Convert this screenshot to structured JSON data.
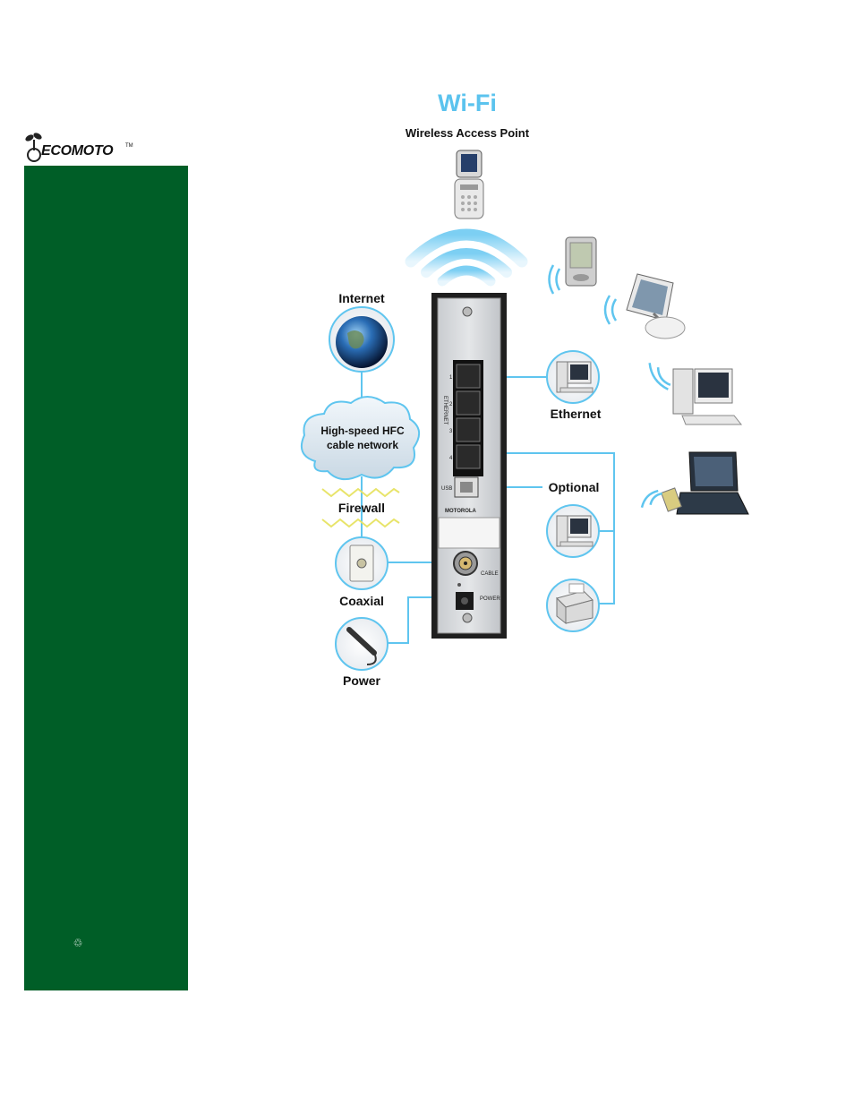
{
  "brand": {
    "name": "ECOMOTO",
    "tm": "TM"
  },
  "sidebar": {
    "color": "#005e27",
    "recycle_icon": "recycle-icon"
  },
  "diagram": {
    "title": "Wi-Fi",
    "title_color": "#5bc3ee",
    "subtitle": "Wireless Access Point",
    "labels": {
      "internet": "Internet",
      "cloud_line1": "High-speed HFC",
      "cloud_line2": "cable network",
      "firewall": "Firewall",
      "coaxial": "Coaxial",
      "power": "Power",
      "ethernet": "Ethernet",
      "optional": "Optional"
    },
    "modem": {
      "ethernet_label": "ETHERNET",
      "port_numbers": [
        "1",
        "2",
        "3",
        "4"
      ],
      "usb_label": "USB",
      "brand": "MOTOROLA",
      "cable_label": "CABLE",
      "power_label": "POWER"
    },
    "devices": [
      "cell-phone",
      "pda",
      "imac",
      "desktop-computer",
      "laptop",
      "printer"
    ]
  }
}
